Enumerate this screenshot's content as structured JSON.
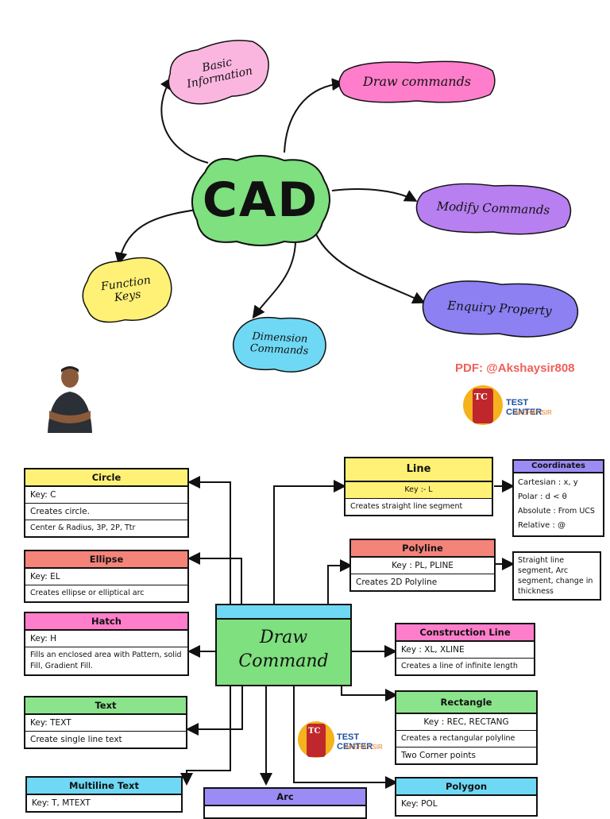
{
  "mindmap": {
    "center": "CAD",
    "basic_info": "Basic Information",
    "draw_commands": "Draw commands",
    "modify_commands": "Modify Commands",
    "enquiry_property": "Enquiry Property",
    "dimension_commands": "Dimension Commands",
    "function_keys": "Function Keys",
    "pdf_credit": "PDF: @Akshaysir808"
  },
  "logo": {
    "title": "TEST CENTER",
    "subtitle": "- AKSHAY SIR",
    "badge": "TC"
  },
  "colors": {
    "yellow": "#fff176",
    "pink": "#ff9ed0",
    "salmon": "#f4837a",
    "green": "#8be48b",
    "blue": "#6fd8f4",
    "purple": "#9b8cf5",
    "violet": "#b77ff0",
    "lightpink": "#fbb6e0"
  },
  "draw": {
    "title": "Draw Command",
    "circle": {
      "title": "Circle",
      "key": "Key: C",
      "desc": "Creates circle.",
      "opts": "Center & Radius, 3P, 2P, Ttr"
    },
    "ellipse": {
      "title": "Ellipse",
      "key": "Key: EL",
      "desc": "Creates ellipse or elliptical arc"
    },
    "hatch": {
      "title": "Hatch",
      "key": "Key: H",
      "desc": "Fills an enclosed area with Pattern, solid Fill, Gradient Fill."
    },
    "text": {
      "title": "Text",
      "key": "Key: TEXT",
      "desc": "Create single line text"
    },
    "mtext": {
      "title": "Multiline Text",
      "key": "Key: T, MTEXT"
    },
    "arc": {
      "title": "Arc"
    },
    "line": {
      "title": "Line",
      "key": "Key :- L",
      "desc": "Creates straight line segment"
    },
    "coords": {
      "title": "Coordinates",
      "cart": "Cartesian : x, y",
      "polar": "Polar : d < θ",
      "abs": "Absolute : From UCS",
      "rel": "Relative : @"
    },
    "polyline": {
      "title": "Polyline",
      "key": "Key : PL, PLINE",
      "desc": "Creates 2D Polyline"
    },
    "poly_note": "Straight line segment, Arc segment, change in thickness",
    "xline": {
      "title": "Construction Line",
      "key": "Key : XL, XLINE",
      "desc": "Creates a line of infinite length"
    },
    "rect": {
      "title": "Rectangle",
      "key": "Key : REC, RECTANG",
      "desc": "Creates a rectangular polyline",
      "opts": "Two Corner points"
    },
    "polygon": {
      "title": "Polygon",
      "key": "Key: POL"
    }
  }
}
